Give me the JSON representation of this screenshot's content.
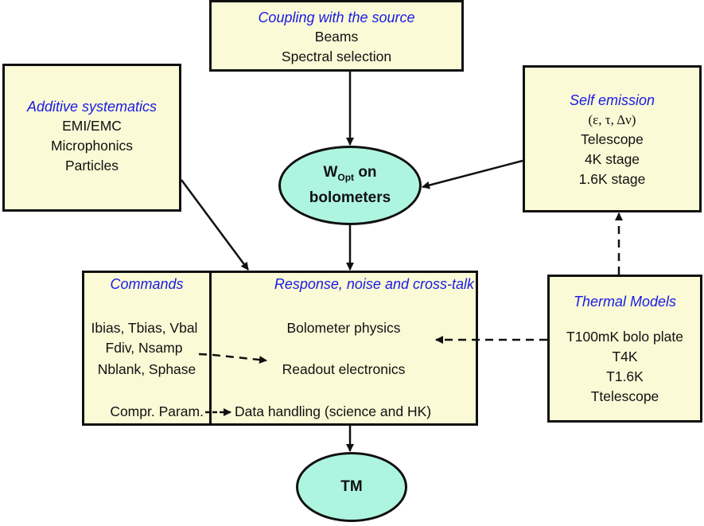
{
  "colors": {
    "box_fill": "#fafad6",
    "ellipse_fill": "#aef5e0",
    "title_text": "#1a1ae6",
    "stroke": "#101010"
  },
  "boxes": {
    "coupling": {
      "title": "Coupling with the source",
      "lines": [
        "Beams",
        "Spectral selection"
      ]
    },
    "additive": {
      "title": "Additive systematics",
      "lines": [
        "EMI/EMC",
        "Microphonics",
        "Particles"
      ]
    },
    "self_emission": {
      "title": "Self emission",
      "params": "(ε, τ, Δν)",
      "lines": [
        "Telescope",
        "4K stage",
        "1.6K stage"
      ]
    },
    "commands": {
      "title": "Commands",
      "lines": [
        "Ibias, Tbias, Vbal",
        "Fdiv, Nsamp",
        "Nblank, Sphase",
        "Compr. Param."
      ]
    },
    "response": {
      "title": "Response, noise and cross-talk",
      "lines": [
        "Bolometer physics",
        "Readout electronics",
        "Data handling (science and HK)"
      ]
    },
    "thermal": {
      "title": "Thermal Models",
      "lines": [
        "T100mK bolo plate",
        "T4K",
        "T1.6K",
        "Ttelescope"
      ]
    }
  },
  "nodes": {
    "wopt": {
      "main": "W",
      "sub": "Opt",
      "suffix": " on",
      "line2": "bolometers"
    },
    "tm": {
      "label": "TM"
    }
  },
  "edges": [
    {
      "from": "coupling",
      "to": "wopt",
      "style": "solid"
    },
    {
      "from": "self_emission",
      "to": "wopt",
      "style": "solid"
    },
    {
      "from": "additive",
      "to": "response",
      "style": "solid"
    },
    {
      "from": "wopt",
      "to": "response",
      "style": "solid"
    },
    {
      "from": "thermal",
      "to": "self_emission",
      "style": "dashed"
    },
    {
      "from": "thermal",
      "to": "response.bolometer_physics",
      "style": "dashed"
    },
    {
      "from": "commands.fdiv_nsamp",
      "to": "response.readout_electronics",
      "style": "dashed"
    },
    {
      "from": "commands.compr_param",
      "to": "response.data_handling",
      "style": "dashed"
    },
    {
      "from": "response",
      "to": "tm",
      "style": "solid"
    }
  ]
}
